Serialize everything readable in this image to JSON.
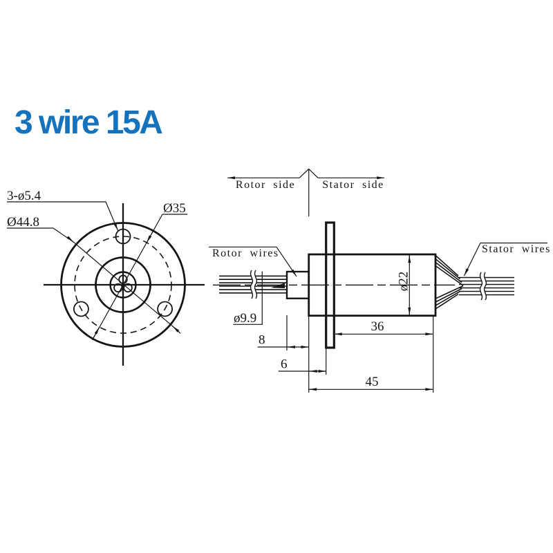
{
  "title": {
    "text": "3 wire 15A",
    "color": "#1573bd"
  },
  "front_view": {
    "dim_mounting_holes": "3-ø5.4",
    "dim_outer_diameter": "Ø44.8",
    "dim_bolt_circle": "Ø35"
  },
  "side_view": {
    "rotor_side_label": "Rotor side",
    "stator_side_label": "Stator side",
    "rotor_wires_label": "Rotor wires",
    "stator_wires_label": "Stator wires",
    "dim_shaft_diameter": "ø9.9",
    "dim_shaft_length": "8",
    "dim_flange_offset": "6",
    "dim_body_length": "36",
    "dim_total_length": "45",
    "dim_body_diameter": "ø22"
  },
  "line_color": "#151515"
}
